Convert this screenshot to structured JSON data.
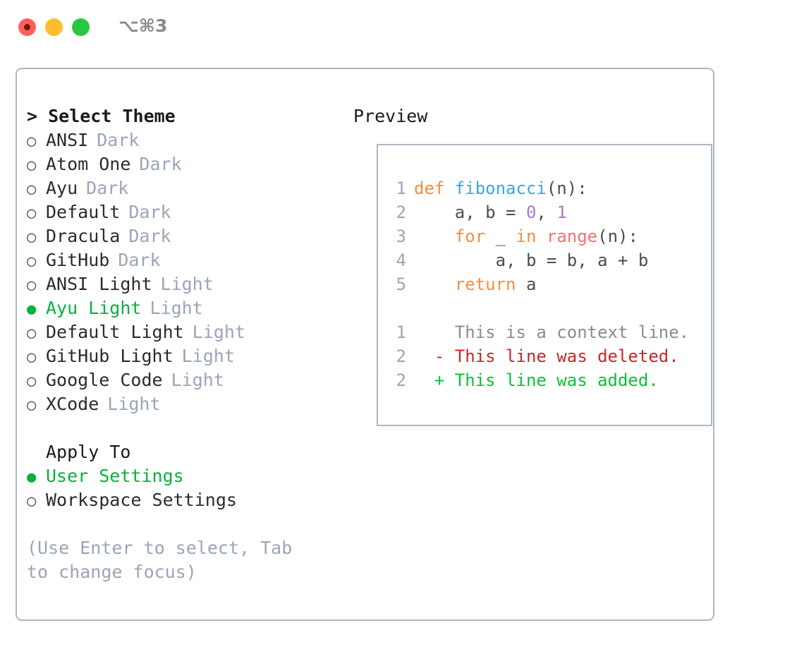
{
  "titlebar": {
    "shortcut": "⌥⌘3",
    "buttons": [
      {
        "name": "close",
        "color": "#ff5f57"
      },
      {
        "name": "minimize",
        "color": "#ffbd2e"
      },
      {
        "name": "maximize",
        "color": "#28c840"
      }
    ]
  },
  "colors": {
    "accent_green": "#06b13c",
    "muted": "#9aa5b5",
    "border": "#aeb7c4",
    "text": "#2b2b2b"
  },
  "left_panel": {
    "prompt": "> Select Theme",
    "markers": {
      "selected": "●",
      "unselected": "○"
    },
    "themes": [
      {
        "label": "ANSI",
        "tag": "Dark",
        "selected": false
      },
      {
        "label": "Atom One",
        "tag": "Dark",
        "selected": false
      },
      {
        "label": "Ayu",
        "tag": "Dark",
        "selected": false
      },
      {
        "label": "Default",
        "tag": "Dark",
        "selected": false
      },
      {
        "label": "Dracula",
        "tag": "Dark",
        "selected": false
      },
      {
        "label": "GitHub",
        "tag": "Dark",
        "selected": false
      },
      {
        "label": "ANSI Light",
        "tag": "Light",
        "selected": false
      },
      {
        "label": "Ayu Light",
        "tag": "Light",
        "selected": true
      },
      {
        "label": "Default Light",
        "tag": "Light",
        "selected": false
      },
      {
        "label": "GitHub Light",
        "tag": "Light",
        "selected": false
      },
      {
        "label": "Google Code",
        "tag": "Light",
        "selected": false
      },
      {
        "label": "XCode",
        "tag": "Light",
        "selected": false
      }
    ],
    "apply_to": {
      "label": "Apply To",
      "options": [
        {
          "label": "User Settings",
          "selected": true
        },
        {
          "label": "Workspace Settings",
          "selected": false
        }
      ]
    },
    "hint": "(Use Enter to select, Tab to change focus)"
  },
  "right_panel": {
    "title": "Preview",
    "code_lines": [
      {
        "number": "1",
        "tokens": [
          {
            "text": "def ",
            "type": "kw"
          },
          {
            "text": "fibonacci",
            "type": "fn"
          },
          {
            "text": "(n):",
            "type": "pl"
          }
        ]
      },
      {
        "number": "2",
        "tokens": [
          {
            "text": "    a, b = ",
            "type": "pl"
          },
          {
            "text": "0",
            "type": "num"
          },
          {
            "text": ", ",
            "type": "pl"
          },
          {
            "text": "1",
            "type": "num"
          }
        ]
      },
      {
        "number": "3",
        "tokens": [
          {
            "text": "    ",
            "type": "pl"
          },
          {
            "text": "for",
            "type": "kw"
          },
          {
            "text": " _ ",
            "type": "pl"
          },
          {
            "text": "in",
            "type": "kw"
          },
          {
            "text": " ",
            "type": "pl"
          },
          {
            "text": "range",
            "type": "bi"
          },
          {
            "text": "(n):",
            "type": "pl"
          }
        ]
      },
      {
        "number": "4",
        "tokens": [
          {
            "text": "        a, b = b, a + b",
            "type": "pl"
          }
        ]
      },
      {
        "number": "5",
        "tokens": [
          {
            "text": "    ",
            "type": "pl"
          },
          {
            "text": "return",
            "type": "kw"
          },
          {
            "text": " a",
            "type": "pl"
          }
        ]
      }
    ],
    "diff_lines": [
      {
        "number": "1",
        "marker": " ",
        "text": "This is a context line.",
        "kind": "ctx"
      },
      {
        "number": "2",
        "marker": "-",
        "text": "This line was deleted.",
        "kind": "del"
      },
      {
        "number": "2",
        "marker": "+",
        "text": "This line was added.",
        "kind": "add"
      }
    ]
  }
}
